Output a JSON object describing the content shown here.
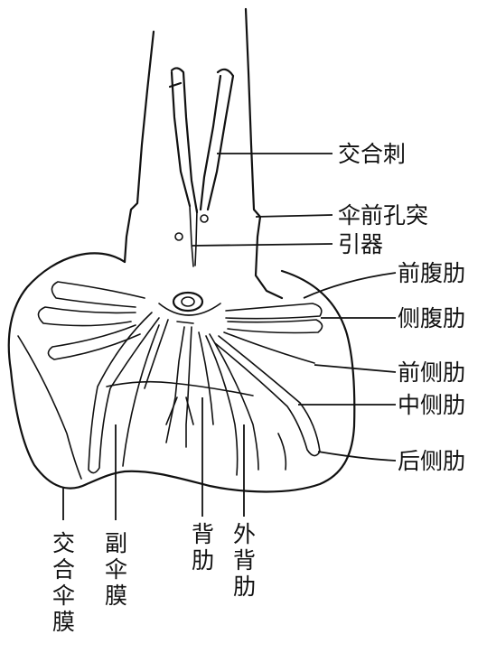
{
  "labels": {
    "spicule": "交合刺",
    "prebursal_papilla": "伞前孔突",
    "gubernaculum": "引器",
    "ventroventral_ray": "前腹肋",
    "lateroventral_ray": "侧腹肋",
    "externolateral_ray": "前侧肋",
    "mediolateral_ray": "中侧肋",
    "posterolateral_ray": "后侧肋",
    "copulatory_bursa": "交合伞膜",
    "accessory_bursa": "副伞膜",
    "dorsal_ray": "背肋",
    "externodorsal_ray": "外背肋"
  }
}
